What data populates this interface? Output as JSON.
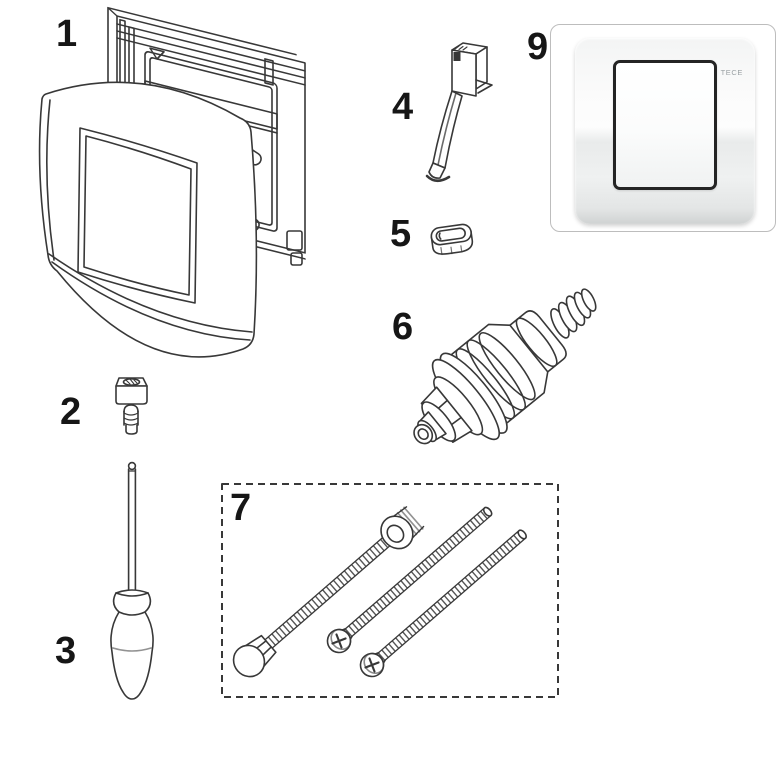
{
  "canvas": {
    "background": "#ffffff"
  },
  "colors": {
    "line": "#383838",
    "label": "#161616",
    "photo_border": "#bdbdbd",
    "button_outline": "#242424",
    "brand_text_color": "#9aa0a3"
  },
  "labels": {
    "p1": "1",
    "p2": "2",
    "p3": "3",
    "p4": "4",
    "p5": "5",
    "p6": "6",
    "p7": "7",
    "p9": "9"
  },
  "figures": {
    "p1": "flush-plate-cover-and-mounting-frame-drawing",
    "p2": "nut-and-screw-drawing",
    "p3": "screwdriver-drawing",
    "p4": "spring-clip-drawing",
    "p5": "oval-bushing-drawing",
    "p6": "valve-cartridge-with-spring-drawing",
    "p7": "mounting-screws-set-drawing",
    "p9": "flush-plate-product-photo"
  },
  "photo": {
    "brand_text": "TECE"
  }
}
